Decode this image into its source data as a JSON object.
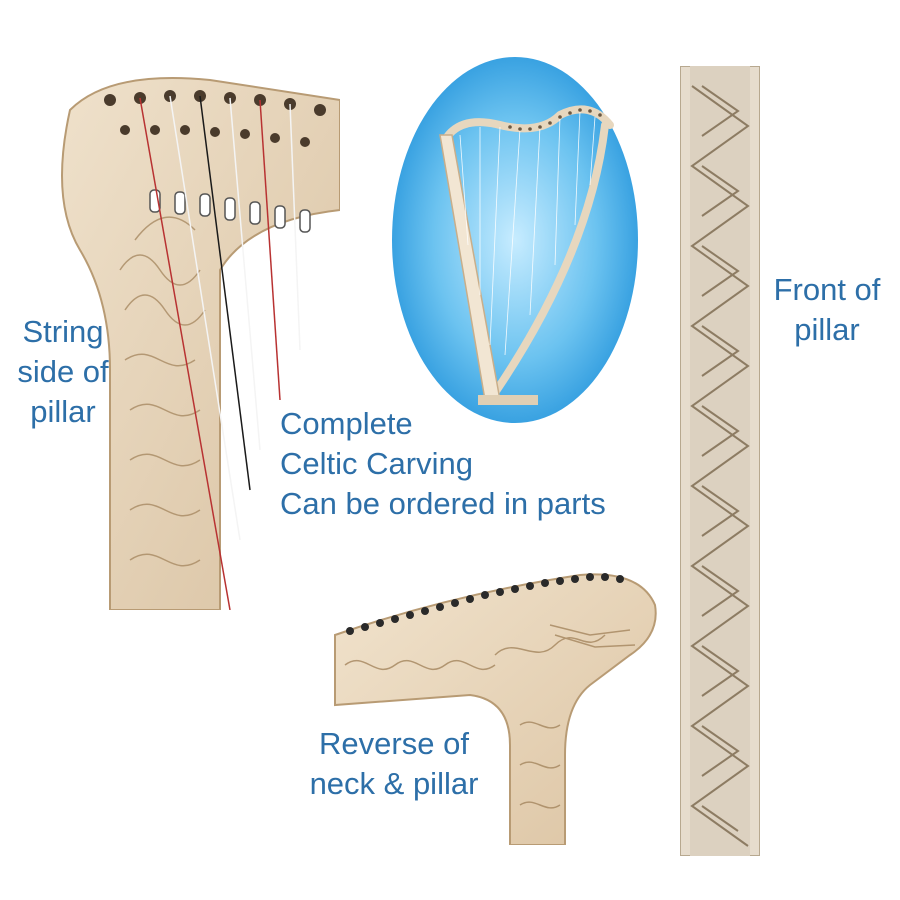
{
  "captions": {
    "string_side": [
      "String",
      "side of",
      "pillar"
    ],
    "complete": [
      "Complete",
      "Celtic Carving",
      "Can be ordered in parts"
    ],
    "front": [
      "Front of",
      "pillar"
    ],
    "reverse": [
      "Reverse of",
      "neck & pillar"
    ]
  },
  "colors": {
    "caption_text": "#2d6fa8",
    "wood": "#e8d6bc",
    "wood_dark": "#c9ae8a",
    "sky_center": "#bfe9ff",
    "sky_edge": "#2f9fe0"
  }
}
